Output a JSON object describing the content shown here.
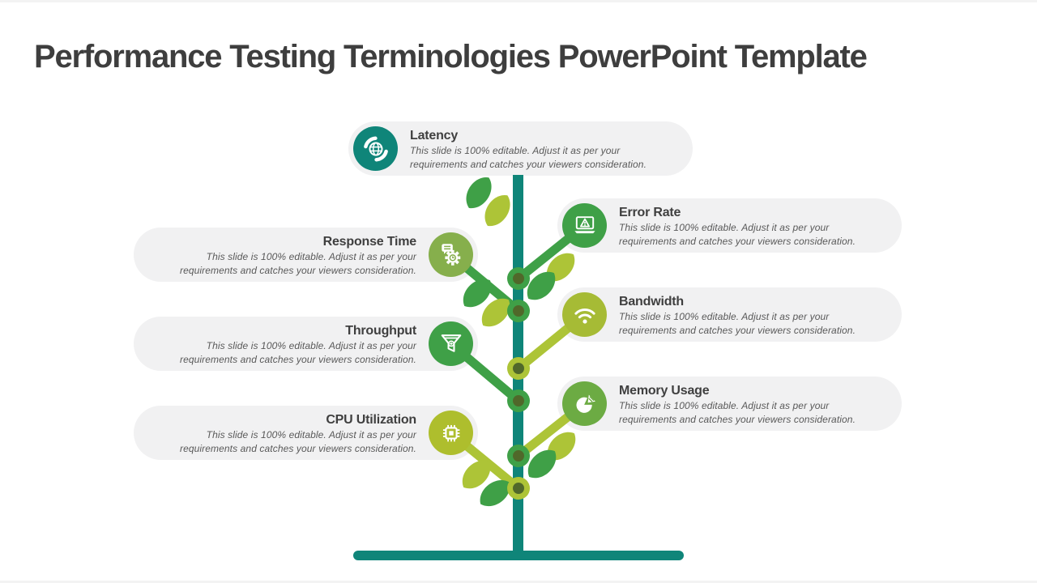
{
  "title": "Performance Testing Terminologies PowerPoint Template",
  "cards": [
    {
      "title": "Latency",
      "description": "This slide is 100% editable. Adjust it as per your requirements and catches your viewers consideration.",
      "icon": "globe-sync-icon",
      "color": "#0f8579",
      "side": "icon-left"
    },
    {
      "title": "Error Rate",
      "description": "This slide is 100% editable. Adjust it as per your requirements and catches your viewers consideration.",
      "icon": "laptop-warning-icon",
      "color": "#3fa047",
      "side": "icon-left"
    },
    {
      "title": "Response Time",
      "description": "This slide is 100% editable. Adjust it as per your requirements and catches your viewers consideration.",
      "icon": "gear-chat-icon",
      "color": "#86af4c",
      "side": "icon-right"
    },
    {
      "title": "Bandwidth",
      "description": "This slide is 100% editable. Adjust it as per your requirements and catches your viewers consideration.",
      "icon": "wifi-signal-icon",
      "color": "#a6bb35",
      "side": "icon-left"
    },
    {
      "title": "Throughput",
      "description": "This slide is 100% editable. Adjust it as per your requirements and catches your viewers consideration.",
      "icon": "funnel-icon",
      "color": "#3fa047",
      "side": "icon-right"
    },
    {
      "title": "Memory Usage",
      "description": "This slide is 100% editable. Adjust it as per your requirements and catches your viewers consideration.",
      "icon": "pie-chart-icon",
      "color": "#6cab43",
      "side": "icon-left"
    },
    {
      "title": "CPU Utilization",
      "description": "This slide is 100% editable. Adjust it as per your requirements and catches your viewers consideration.",
      "icon": "cpu-chip-icon",
      "color": "#aebe2d",
      "side": "icon-right"
    }
  ],
  "tree": {
    "trunk_color": "#0f8579",
    "branch_green": "#3fa047",
    "branch_olive": "#adc437",
    "leaf_green": "#3fa047",
    "leaf_olive": "#adc437",
    "node_center": "#50682a"
  }
}
